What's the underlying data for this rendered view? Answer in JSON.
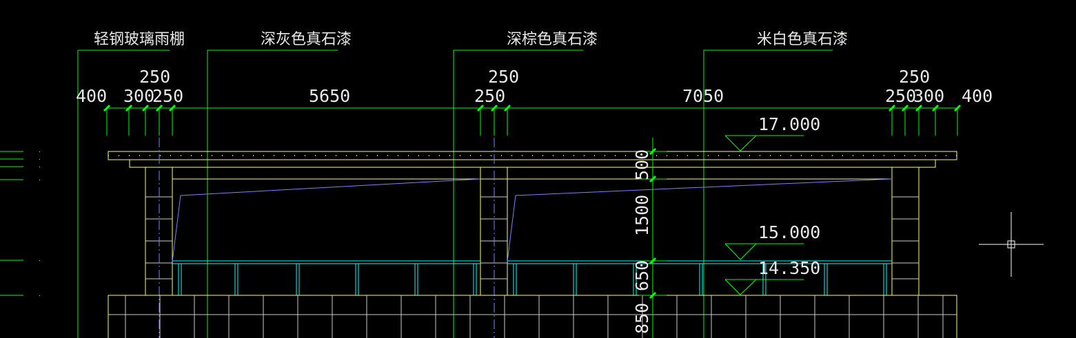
{
  "drawing": {
    "labels": {
      "canopy": "轻钢玻璃雨棚",
      "dark_gray_paint": "深灰色真石漆",
      "dark_brown_paint": "深棕色真石漆",
      "off_white_paint": "米白色真石漆"
    },
    "horizontal_dims": {
      "d400_left": "400",
      "d300_left": "300",
      "d250_left_a": "250",
      "d250_left_top": "250",
      "d5650": "5650",
      "d250_mid_a": "250",
      "d250_mid_top": "250",
      "d7050": "7050",
      "d250_right_a": "250",
      "d300_right": "300",
      "d250_right_top": "250",
      "d400_right": "400"
    },
    "vertical_dims": {
      "d500": "500",
      "d1500": "1500",
      "d650": "650",
      "d850": "850"
    },
    "levels": {
      "roof": "17.000",
      "mid": "15.000",
      "low": "14.350"
    },
    "colors": {
      "background": "#000000",
      "leader_green": "#00ff00",
      "outline_yellow": "#ffff66",
      "glass_cyan": "#00ffff",
      "center_blue": "#8080ff",
      "grid_white": "#cccccc",
      "text": "#e8e8e8",
      "tick_green": "#00ff00"
    }
  }
}
